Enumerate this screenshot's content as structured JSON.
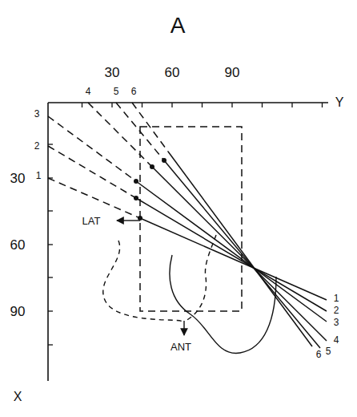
{
  "diagram": {
    "labels": [
      "A",
      "30",
      "60",
      "90",
      "Y",
      "4",
      "5",
      "6",
      "3",
      "2",
      "30",
      "1",
      "LAT",
      "60",
      "90",
      "ANT",
      "X",
      "1",
      "2",
      "3",
      "4",
      "5",
      "6"
    ]
  }
}
